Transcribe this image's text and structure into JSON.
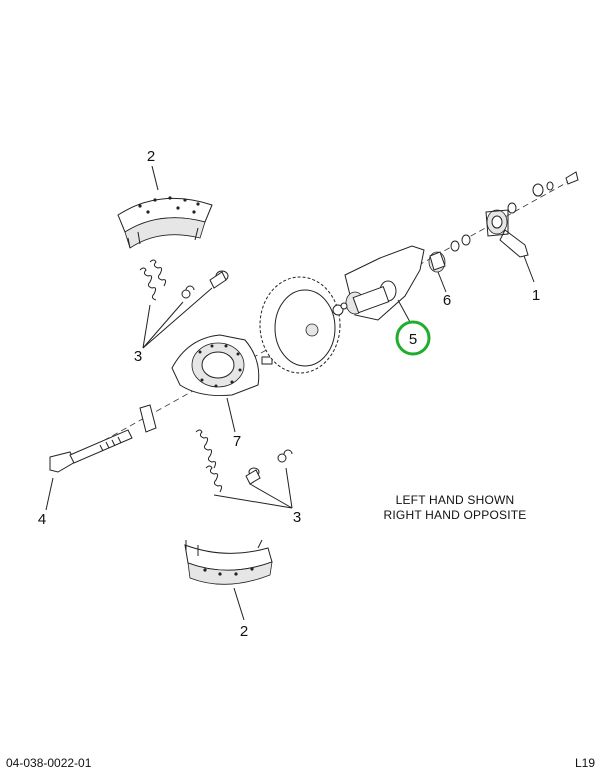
{
  "callouts": {
    "c1": "1",
    "c2_top": "2",
    "c2_bottom": "2",
    "c3_top": "3",
    "c3_bottom": "3",
    "c4": "4",
    "c5": "5",
    "c6": "6",
    "c7": "7"
  },
  "highlighted_callout": "5",
  "highlight_color": "#1fae2c",
  "note": {
    "line1": "LEFT HAND SHOWN",
    "line2": "RIGHT HAND OPPOSITE"
  },
  "footer": {
    "doc_id": "04-038-0022-01",
    "page_ref": "L19"
  }
}
